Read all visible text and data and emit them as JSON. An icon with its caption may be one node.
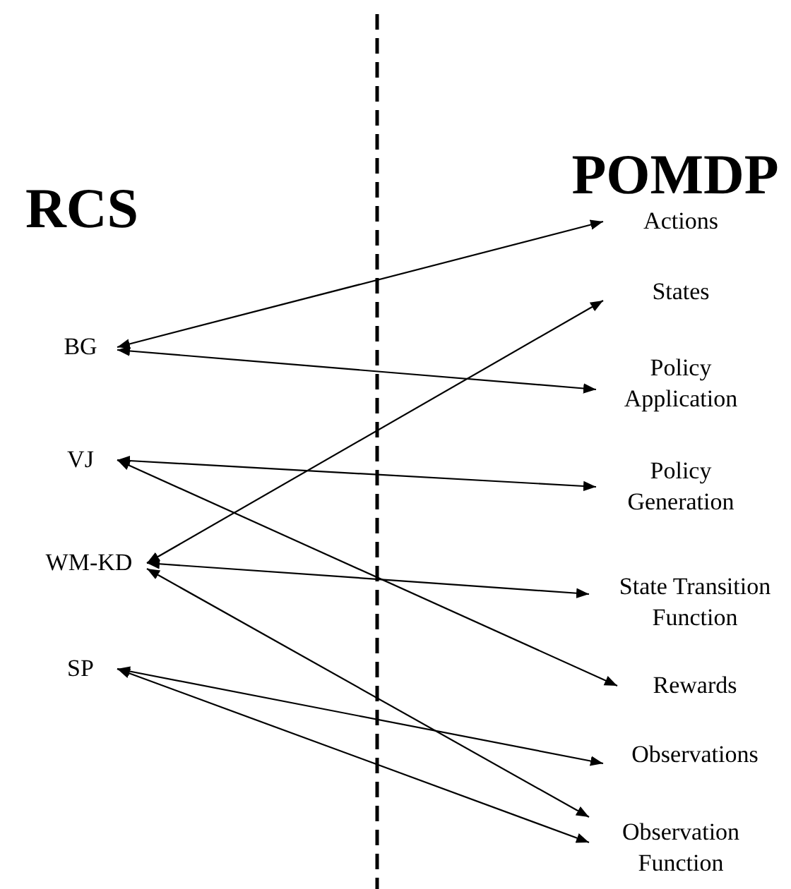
{
  "diagram": {
    "nodes": [
      {
        "text": [
          "BG"
        ]
      },
      {
        "text": [
          "VJ"
        ]
      },
      {
        "text": [
          "WM-KD"
        ]
      },
      {
        "text": [
          "SP"
        ]
      },
      {
        "text": [
          "Actions"
        ]
      },
      {
        "text": [
          "States"
        ]
      },
      {
        "text": [
          "Policy Application"
        ]
      },
      {
        "text": [
          "Policy Generation"
        ]
      },
      {
        "text": [
          "State Transition Function"
        ]
      },
      {
        "text": [
          "Rewards"
        ]
      },
      {
        "text": [
          "Observations"
        ]
      },
      {
        "text": [
          "Observation Function"
        ]
      }
    ],
    "edges": [
      {
        "from": 0,
        "to": 4,
        "arrow": "both"
      },
      {
        "from": 0,
        "to": 6,
        "arrow": "both"
      },
      {
        "from": 1,
        "to": 7,
        "arrow": "both"
      },
      {
        "from": 1,
        "to": 9,
        "arrow": "both"
      },
      {
        "from": 2,
        "to": 5,
        "arrow": "both"
      },
      {
        "from": 2,
        "to": 8,
        "arrow": "both"
      },
      {
        "from": 2,
        "to": 11,
        "arrow": "both"
      },
      {
        "from": 3,
        "to": 10,
        "arrow": "both"
      },
      {
        "from": 3,
        "to": 11,
        "arrow": "both"
      }
    ],
    "labels": [
      "RCS",
      "POMDP"
    ]
  }
}
